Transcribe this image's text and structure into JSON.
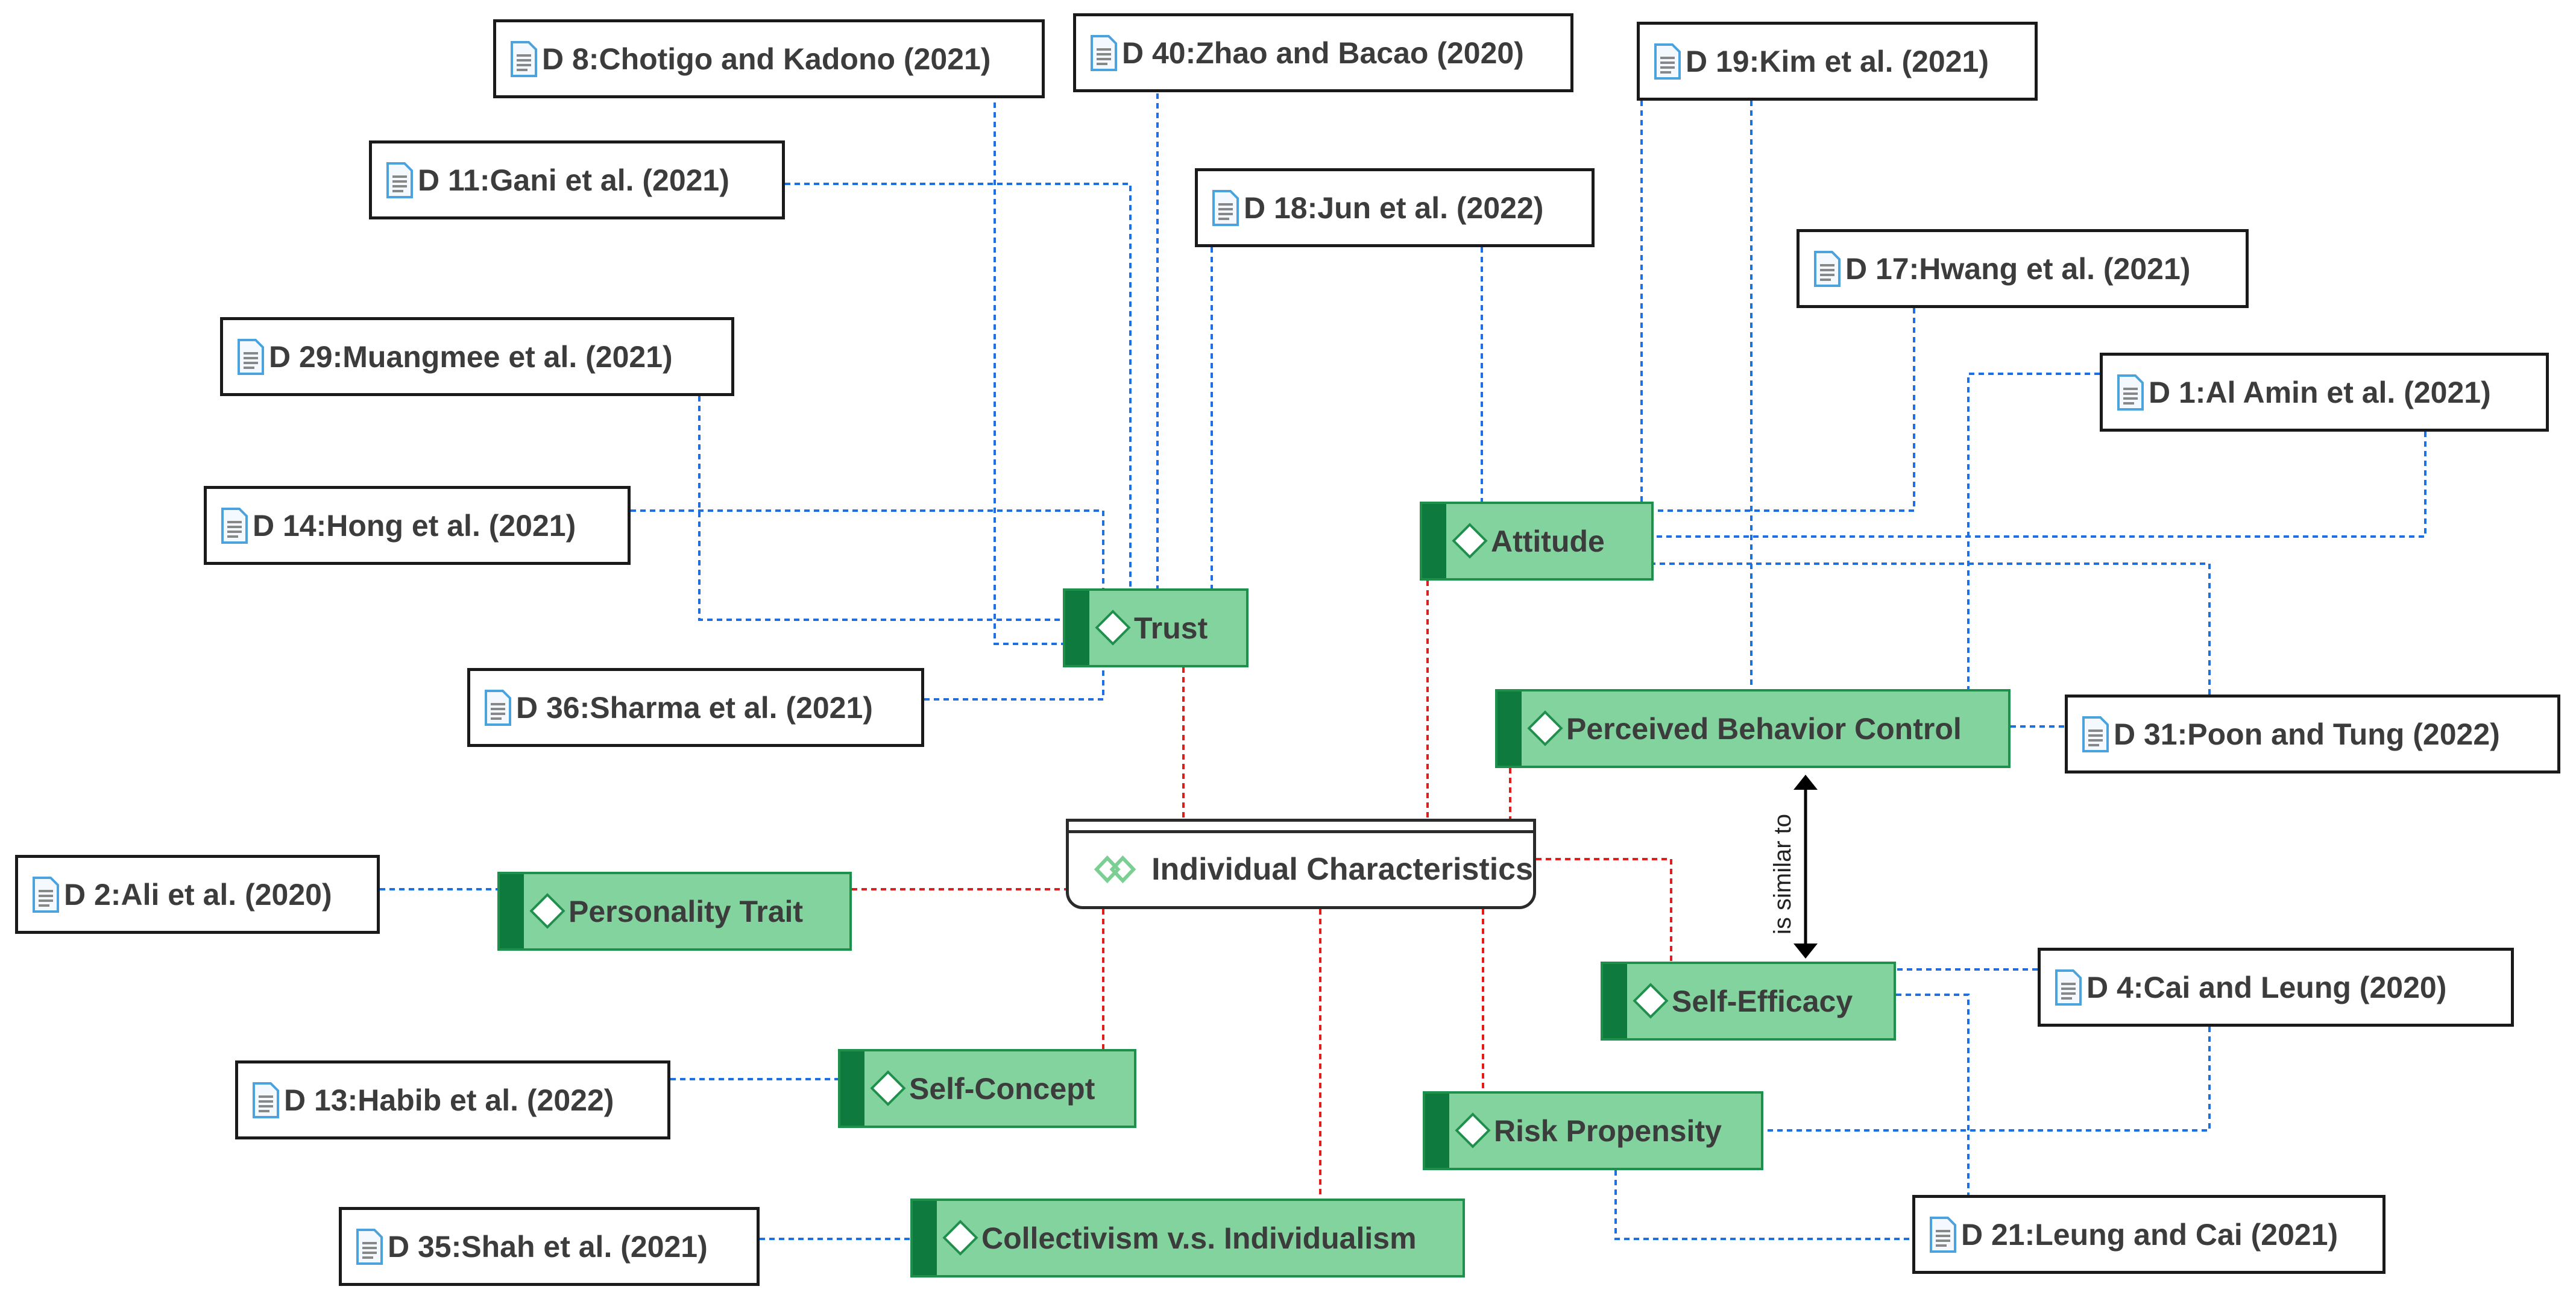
{
  "diagram": {
    "center": {
      "label": "Individual Characteristics",
      "icon": "code-group-icon"
    },
    "codes": {
      "trust": "Trust",
      "attitude": "Attitude",
      "pbc": "Perceived Behavior Control",
      "personality": "Personality Trait",
      "self_efficacy": "Self-Efficacy",
      "self_concept": "Self-Concept",
      "risk": "Risk Propensity",
      "collectivism": "Collectivism v.s. Individualism"
    },
    "documents": {
      "d8": "D 8:Chotigo and Kadono (2021)",
      "d40": "D 40:Zhao and Bacao (2020)",
      "d19": "D 19:Kim et al. (2021)",
      "d11": "D 11:Gani et al. (2021)",
      "d18": "D 18:Jun et al. (2022)",
      "d17": "D 17:Hwang et al. (2021)",
      "d29": "D 29:Muangmee et al. (2021)",
      "d1": "D 1:Al Amin et al. (2021)",
      "d14": "D 14:Hong et al. (2021)",
      "d36": "D 36:Sharma et al. (2021)",
      "d31": "D 31:Poon and Tung (2022)",
      "d2": "D 2:Ali et al. (2020)",
      "d4": "D 4:Cai and Leung (2020)",
      "d13": "D 13:Habib et al. (2022)",
      "d35": "D 35:Shah et al. (2021)",
      "d21": "D 21:Leung and Cai (2021)"
    },
    "relation": {
      "label": "is similar to"
    },
    "colors": {
      "code_fill": "#82d39e",
      "code_bar": "#0f7a3e",
      "code_border": "#1f8f4c",
      "doc_link": "#1f6fe0",
      "code_link": "#e01e1e",
      "relation_arrow": "#000000"
    }
  }
}
